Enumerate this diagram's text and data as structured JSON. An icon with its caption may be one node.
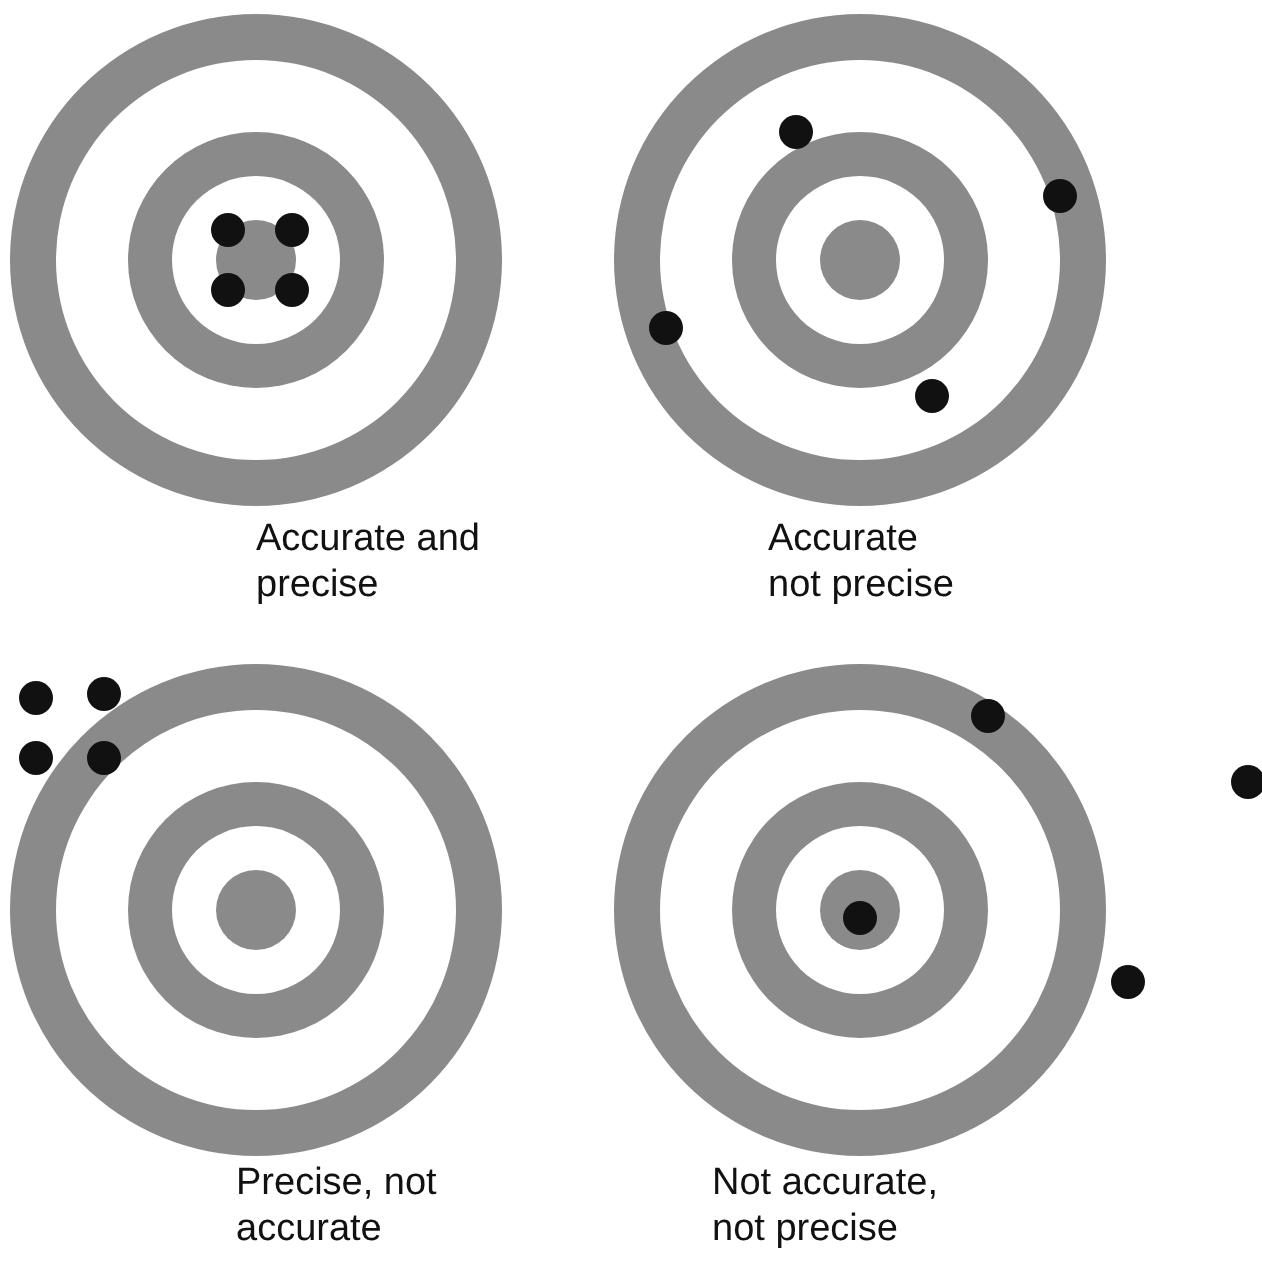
{
  "diagram": {
    "labels": [
      "Accurate and precise",
      "Accurate not precise",
      "Precise, not accurate",
      "Not accurate, not precise"
    ]
  }
}
